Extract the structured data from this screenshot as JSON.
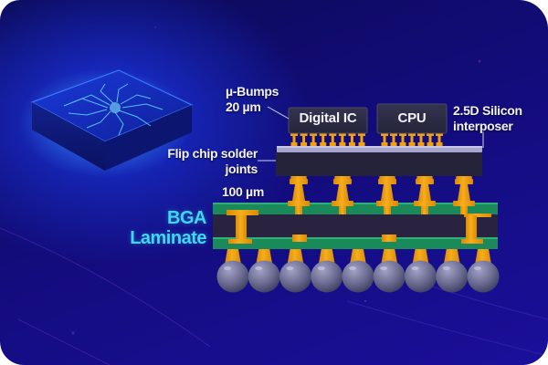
{
  "title": "2.5D chip package cross-section",
  "colors": {
    "background": "#120c7a",
    "solder": "#f0a010",
    "laminate_green": "#1b8a5a",
    "core_dark": "#2a2340",
    "die_dark": "#2b2b45",
    "interposer_strip": "#a7a6cc",
    "ball": "#7a7a9e",
    "bga_label": "#3fd8f2",
    "text": "#f1f1f6"
  },
  "labels": {
    "micro_bumps_line1": "µ-Bumps",
    "micro_bumps_line2": "20 µm",
    "flip_chip_line1": "Flip chip solder",
    "flip_chip_line2": "joints",
    "flip_chip_size": "100 µm",
    "interposer_line1": "2.5D Silicon",
    "interposer_line2": "interposer",
    "bga_line1": "BGA",
    "bga_line2": "Laminate"
  },
  "dies": [
    {
      "name": "Digital IC",
      "microbump_count": 8
    },
    {
      "name": "CPU",
      "microbump_count": 7
    }
  ],
  "flip_chip_joint_count": 5,
  "bga_ball_count": 9,
  "icons": {
    "chip_illustration": "circuit-chip-icon"
  }
}
